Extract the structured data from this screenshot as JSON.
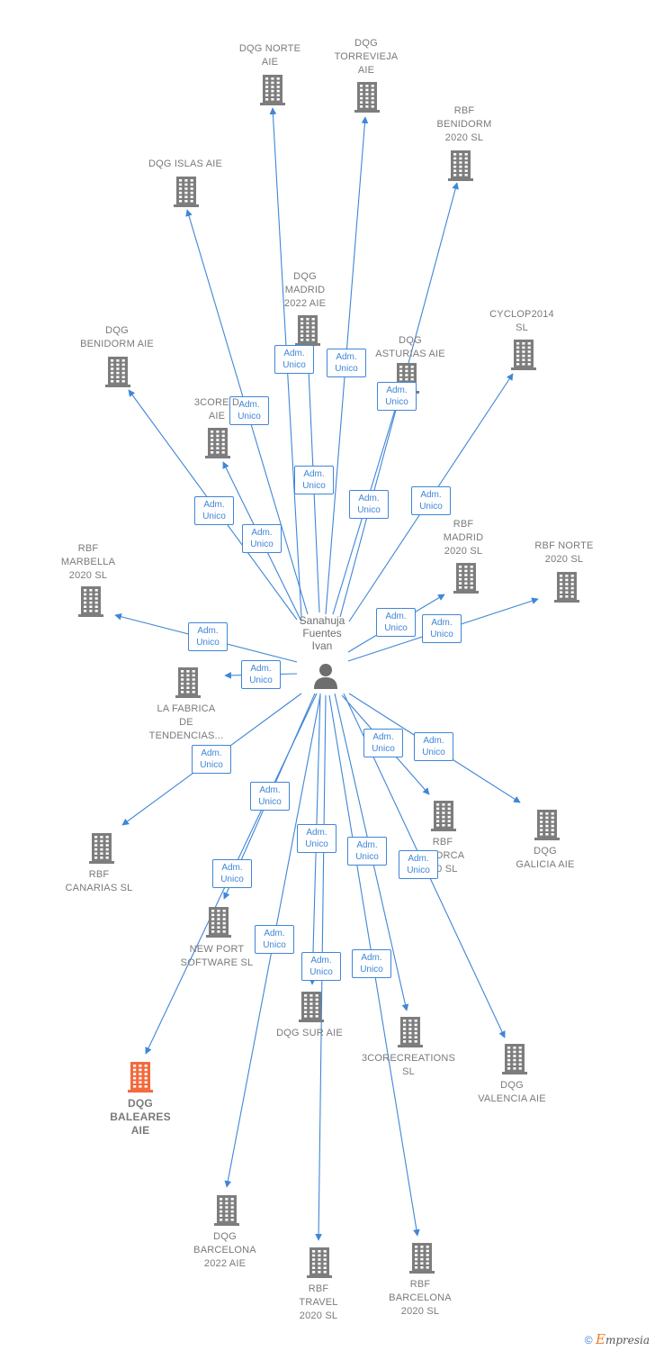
{
  "person": {
    "name_lines": [
      "Sanahuja",
      "Fuentes",
      "Ivan"
    ]
  },
  "relation_label_lines": [
    "Adm.",
    "Unico"
  ],
  "companies": [
    {
      "id": "dqg-norte",
      "lines": [
        "DQG NORTE",
        "AIE"
      ]
    },
    {
      "id": "dqg-torrevieja",
      "lines": [
        "DQG",
        "TORREVIEJA",
        "AIE"
      ]
    },
    {
      "id": "rbf-benidorm",
      "lines": [
        "RBF",
        "BENIDORM",
        "2020  SL"
      ]
    },
    {
      "id": "dqg-islas",
      "lines": [
        "DQG ISLAS  AIE"
      ]
    },
    {
      "id": "dqg-madrid",
      "lines": [
        "DQG",
        "MADRID",
        "2022  AIE"
      ]
    },
    {
      "id": "cyclop2014",
      "lines": [
        "CYCLOP2014",
        "SL"
      ]
    },
    {
      "id": "dqg-benidorm",
      "lines": [
        "DQG",
        "BENIDORM  AIE"
      ]
    },
    {
      "id": "dqg-asturias",
      "lines": [
        "DQG",
        "ASTURIAS  AIE"
      ]
    },
    {
      "id": "3core-d",
      "lines": [
        "3CORE D",
        "AIE"
      ]
    },
    {
      "id": "rbf-madrid",
      "lines": [
        "RBF",
        "MADRID",
        "2020  SL"
      ]
    },
    {
      "id": "rbf-norte",
      "lines": [
        "RBF NORTE",
        "2020  SL"
      ]
    },
    {
      "id": "rbf-marbella",
      "lines": [
        "RBF",
        "MARBELLA",
        "2020  SL"
      ]
    },
    {
      "id": "la-fabrica",
      "lines": [
        "LA FABRICA",
        "DE",
        "TENDENCIAS..."
      ]
    },
    {
      "id": "rbf-mallorca",
      "lines": [
        "RBF",
        "...LORCA",
        "...0  SL"
      ]
    },
    {
      "id": "dqg-galicia",
      "lines": [
        "DQG",
        "GALICIA  AIE"
      ]
    },
    {
      "id": "rbf-canarias",
      "lines": [
        "RBF",
        "CANARIAS  SL"
      ]
    },
    {
      "id": "new-port",
      "lines": [
        "NEW PORT",
        "SOFTWARE SL"
      ]
    },
    {
      "id": "dqg-sur",
      "lines": [
        "DQG SUR  AIE"
      ]
    },
    {
      "id": "3corecreations",
      "lines": [
        "3CORECREATIONS",
        "SL"
      ]
    },
    {
      "id": "dqg-valencia",
      "lines": [
        "DQG",
        "VALENCIA  AIE"
      ]
    },
    {
      "id": "dqg-baleares",
      "lines": [
        "DQG",
        "BALEARES",
        "AIE"
      ],
      "highlight": true
    },
    {
      "id": "dqg-barcelona",
      "lines": [
        "DQG",
        "BARCELONA",
        "2022  AIE"
      ]
    },
    {
      "id": "rbf-travel",
      "lines": [
        "RBF",
        "TRAVEL",
        "2020  SL"
      ]
    },
    {
      "id": "rbf-barcelona",
      "lines": [
        "RBF",
        "BARCELONA",
        "2020  SL"
      ]
    }
  ],
  "colors": {
    "edge": "#3f86d6",
    "node": "#7d7d7d",
    "highlight": "#f26a3d",
    "text": "#7a7a7a"
  },
  "footer": {
    "copyright": "©",
    "brand_initial": "E",
    "brand_rest": "mpresia"
  }
}
